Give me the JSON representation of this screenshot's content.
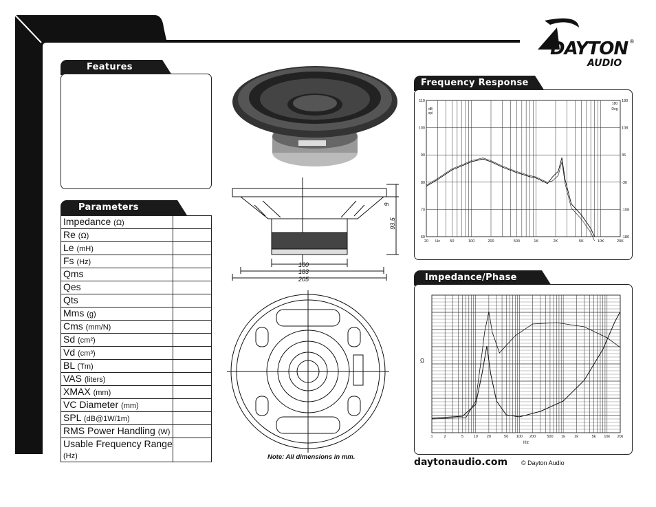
{
  "brand": {
    "name_line1": "DAYTON",
    "name_line2": "AUDIO",
    "registered": "®"
  },
  "sections": {
    "features": "Features",
    "parameters": "Parameters",
    "frequency_response": "Frequency Response",
    "impedance_phase": "Impedance/Phase"
  },
  "parameters": [
    {
      "label": "Impedance",
      "unit": "(Ω)"
    },
    {
      "label": "Re",
      "unit": "(Ω)"
    },
    {
      "label": "Le",
      "unit": "(mH)"
    },
    {
      "label": "Fs",
      "unit": "(Hz)"
    },
    {
      "label": "Qms",
      "unit": ""
    },
    {
      "label": "Qes",
      "unit": ""
    },
    {
      "label": "Qts",
      "unit": ""
    },
    {
      "label": "Mms",
      "unit": "(g)"
    },
    {
      "label": "Cms",
      "unit": "(mm/N)"
    },
    {
      "label": "Sd",
      "unit": "(cm²)"
    },
    {
      "label": "Vd",
      "unit": "(cm³)"
    },
    {
      "label": "BL",
      "unit": "(Tm)"
    },
    {
      "label": "VAS",
      "unit": "(liters)"
    },
    {
      "label": "XMAX",
      "unit": "(mm)"
    },
    {
      "label": "VC Diameter",
      "unit": "(mm)"
    },
    {
      "label": "SPL",
      "unit": "(dB@1W/1m)"
    },
    {
      "label": "RMS Power Handling",
      "unit": "(W)"
    },
    {
      "label": "Usable Frequency Range",
      "unit": "(Hz)"
    }
  ],
  "dimensions": {
    "d1": "100",
    "d2": "183",
    "d3": "205",
    "h1": "9",
    "h2": "93.5"
  },
  "note": "Note:  All dimensions in mm.",
  "footer": {
    "url": "daytonaudio.com",
    "copyright": "© Dayton Audio"
  },
  "freq_chart": {
    "left_unit": "dB\nspl",
    "right_unit": "180\nDeg",
    "y_ticks": [
      "110",
      "100",
      "90",
      "80",
      "70",
      "60"
    ],
    "right_ticks": [
      "180",
      "108",
      "36",
      "-36",
      "-108",
      "-180"
    ],
    "x_ticks": [
      "20",
      "Hz",
      "50",
      "100",
      "200",
      "500",
      "1K",
      "2K",
      "5K",
      "10K",
      "20K"
    ]
  },
  "imp_chart": {
    "y_label": "Ω",
    "x_label": "Hz",
    "x_ticks": [
      "1",
      "2",
      "5",
      "10",
      "20",
      "50",
      "100",
      "200",
      "500",
      "1k",
      "2k",
      "5k",
      "10k",
      "20k"
    ]
  }
}
